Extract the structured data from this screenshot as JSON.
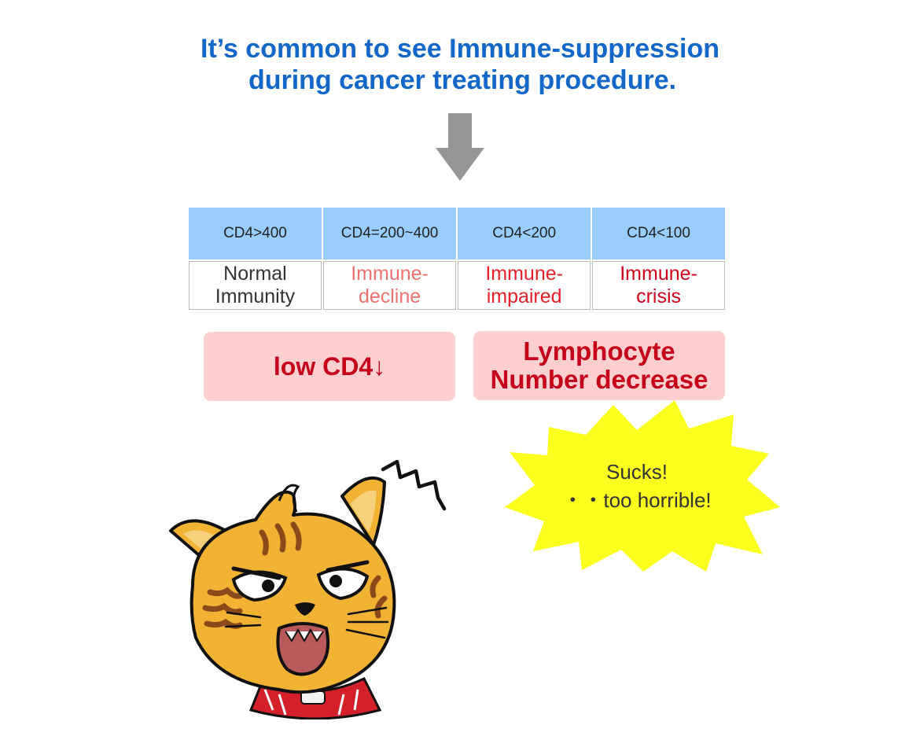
{
  "headline": {
    "line1": "It’s common to see Immune-suppression",
    "line2": "during cancer treating procedure."
  },
  "table": {
    "headers": [
      "CD4>400",
      "CD4=200~400",
      "CD4<200",
      "CD4<100"
    ],
    "levels": [
      {
        "line1": "Normal",
        "line2": "Immunity",
        "color": "#333333"
      },
      {
        "line1": "Immune-",
        "line2": "decline",
        "color": "#f07070"
      },
      {
        "line1": "Immune-",
        "line2": "impaired",
        "color": "#e8202a"
      },
      {
        "line1": "Immune-",
        "line2": "crisis",
        "color": "#d0001c"
      }
    ]
  },
  "boxes": {
    "left": "low CD4↓",
    "right_line1": "Lymphocyte",
    "right_line2": "Number decrease"
  },
  "speech": {
    "line1": "Sucks!",
    "line2": "・・too horrible!"
  },
  "colors": {
    "headline": "#1267c9",
    "table_header": "#99ccff",
    "pill_bg": "#fdcfcf",
    "pill_text": "#c4001a",
    "burst": "#fbff1e",
    "cat_fur": "#f2b234",
    "cat_stripe": "#8a4a1a"
  }
}
